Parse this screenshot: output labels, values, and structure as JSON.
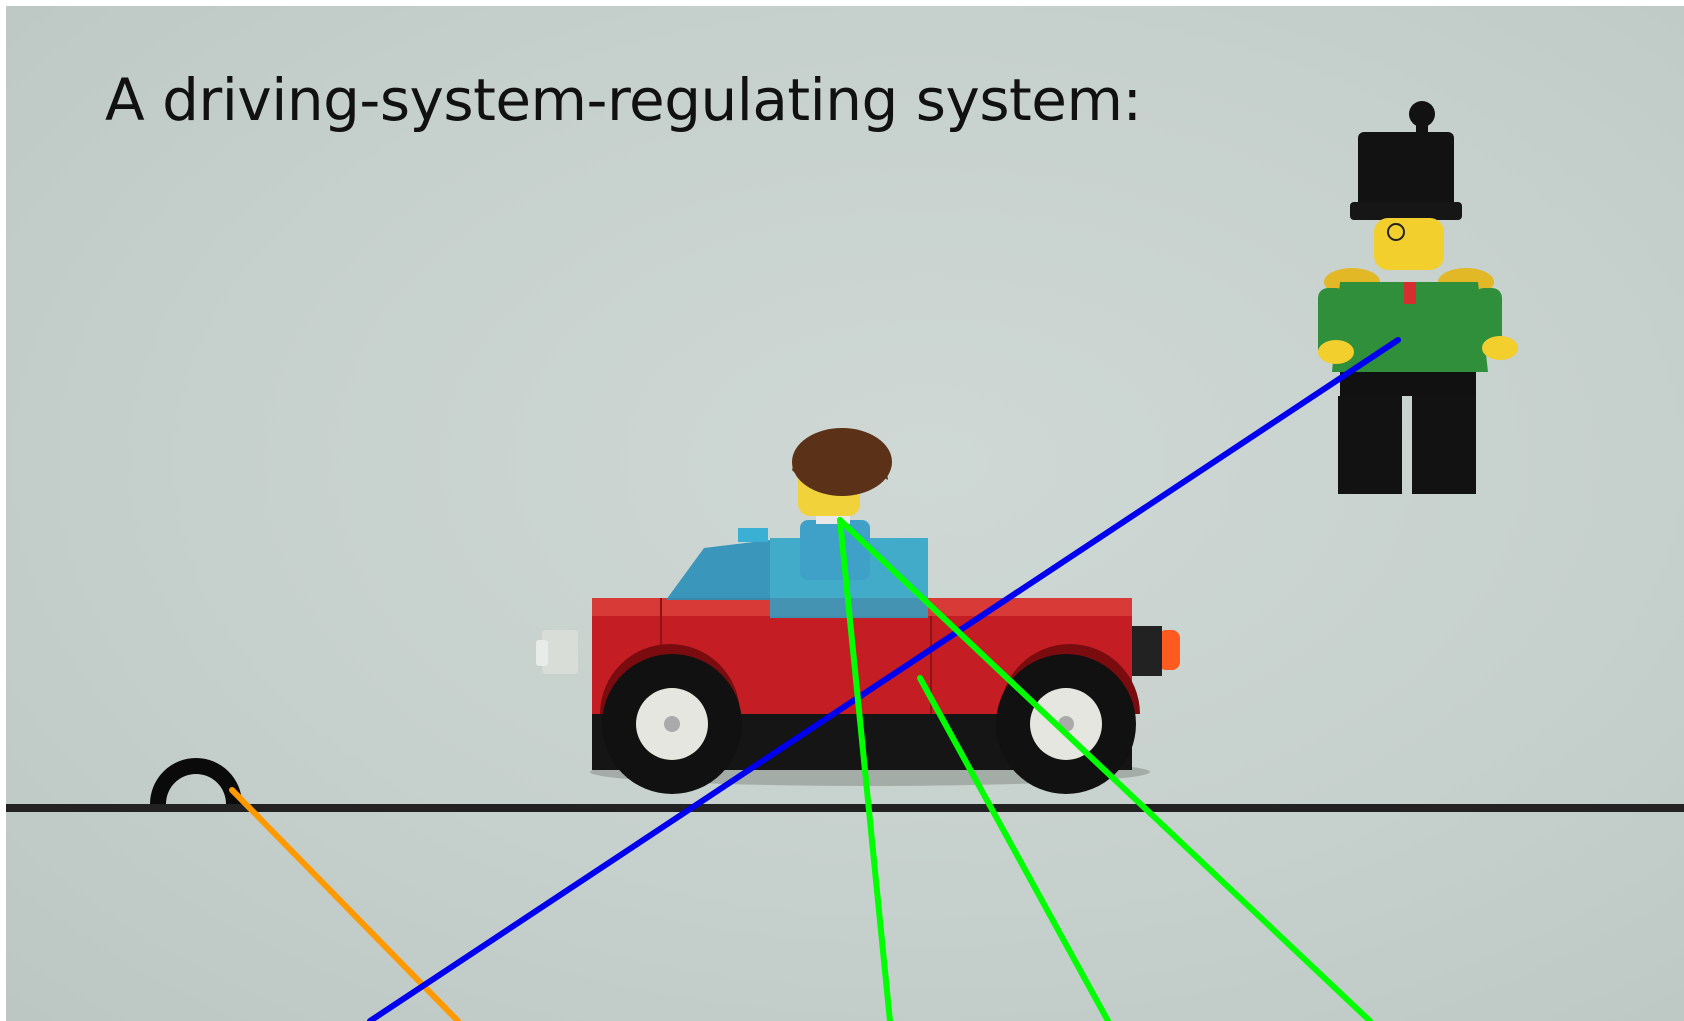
{
  "slide": {
    "title": "A driving-system-regulating system:"
  },
  "scene": {
    "objects": [
      "lego-car",
      "lego-driver",
      "lego-officer",
      "road-line",
      "semicircle-marker"
    ],
    "lines": [
      {
        "name": "blue-line",
        "color": "#0000ee"
      },
      {
        "name": "orange-line",
        "color": "#ff9900"
      },
      {
        "name": "green-line",
        "color": "#00ff00"
      }
    ]
  },
  "colors": {
    "background": "#c9d3cf",
    "car_body": "#c41e24",
    "windshield": "#2a8fb8",
    "road": "#222222"
  }
}
